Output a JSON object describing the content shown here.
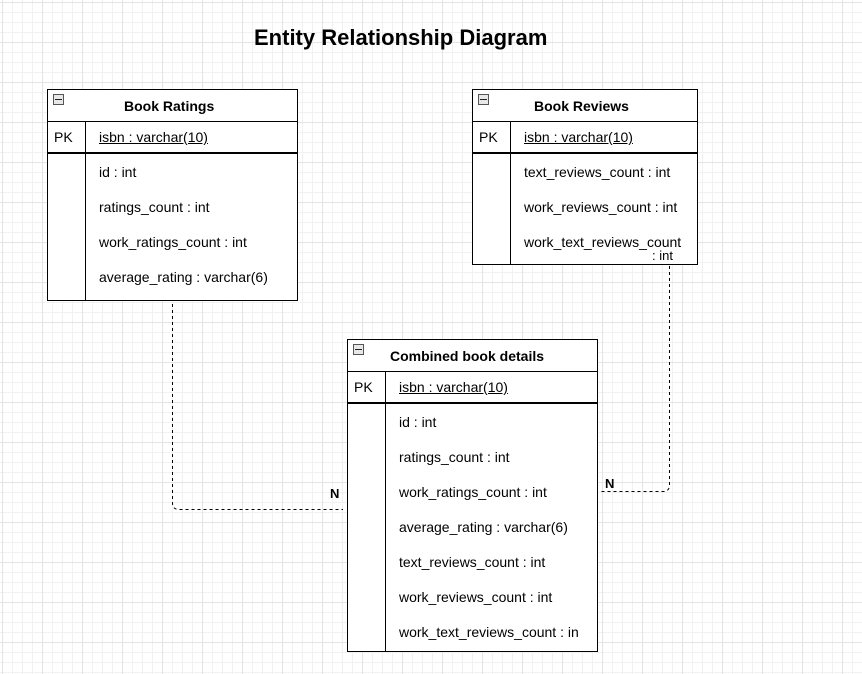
{
  "title": "Entity Relationship Diagram",
  "entities": {
    "book_ratings": {
      "name": "Book Ratings",
      "pk_label": "PK",
      "pk_field": "isbn : varchar(10)",
      "fields": [
        "id : int",
        "ratings_count : int",
        "work_ratings_count : int",
        "average_rating : varchar(6)"
      ]
    },
    "book_reviews": {
      "name": "Book Reviews",
      "pk_label": "PK",
      "pk_field": "isbn : varchar(10)",
      "fields": [
        "text_reviews_count : int",
        "work_reviews_count : int",
        "work_text_reviews_count",
        ": int"
      ]
    },
    "combined": {
      "name": "Combined book details",
      "pk_label": "PK",
      "pk_field": "isbn : varchar(10)",
      "fields": [
        "id : int",
        "ratings_count : int",
        "work_ratings_count : int",
        "average_rating : varchar(6)",
        "text_reviews_count : int",
        "work_reviews_count : int",
        "work_text_reviews_count : in"
      ]
    }
  },
  "relationships": {
    "ratings_to_combined": {
      "cardinality": "N"
    },
    "reviews_to_combined": {
      "cardinality": "N"
    }
  }
}
